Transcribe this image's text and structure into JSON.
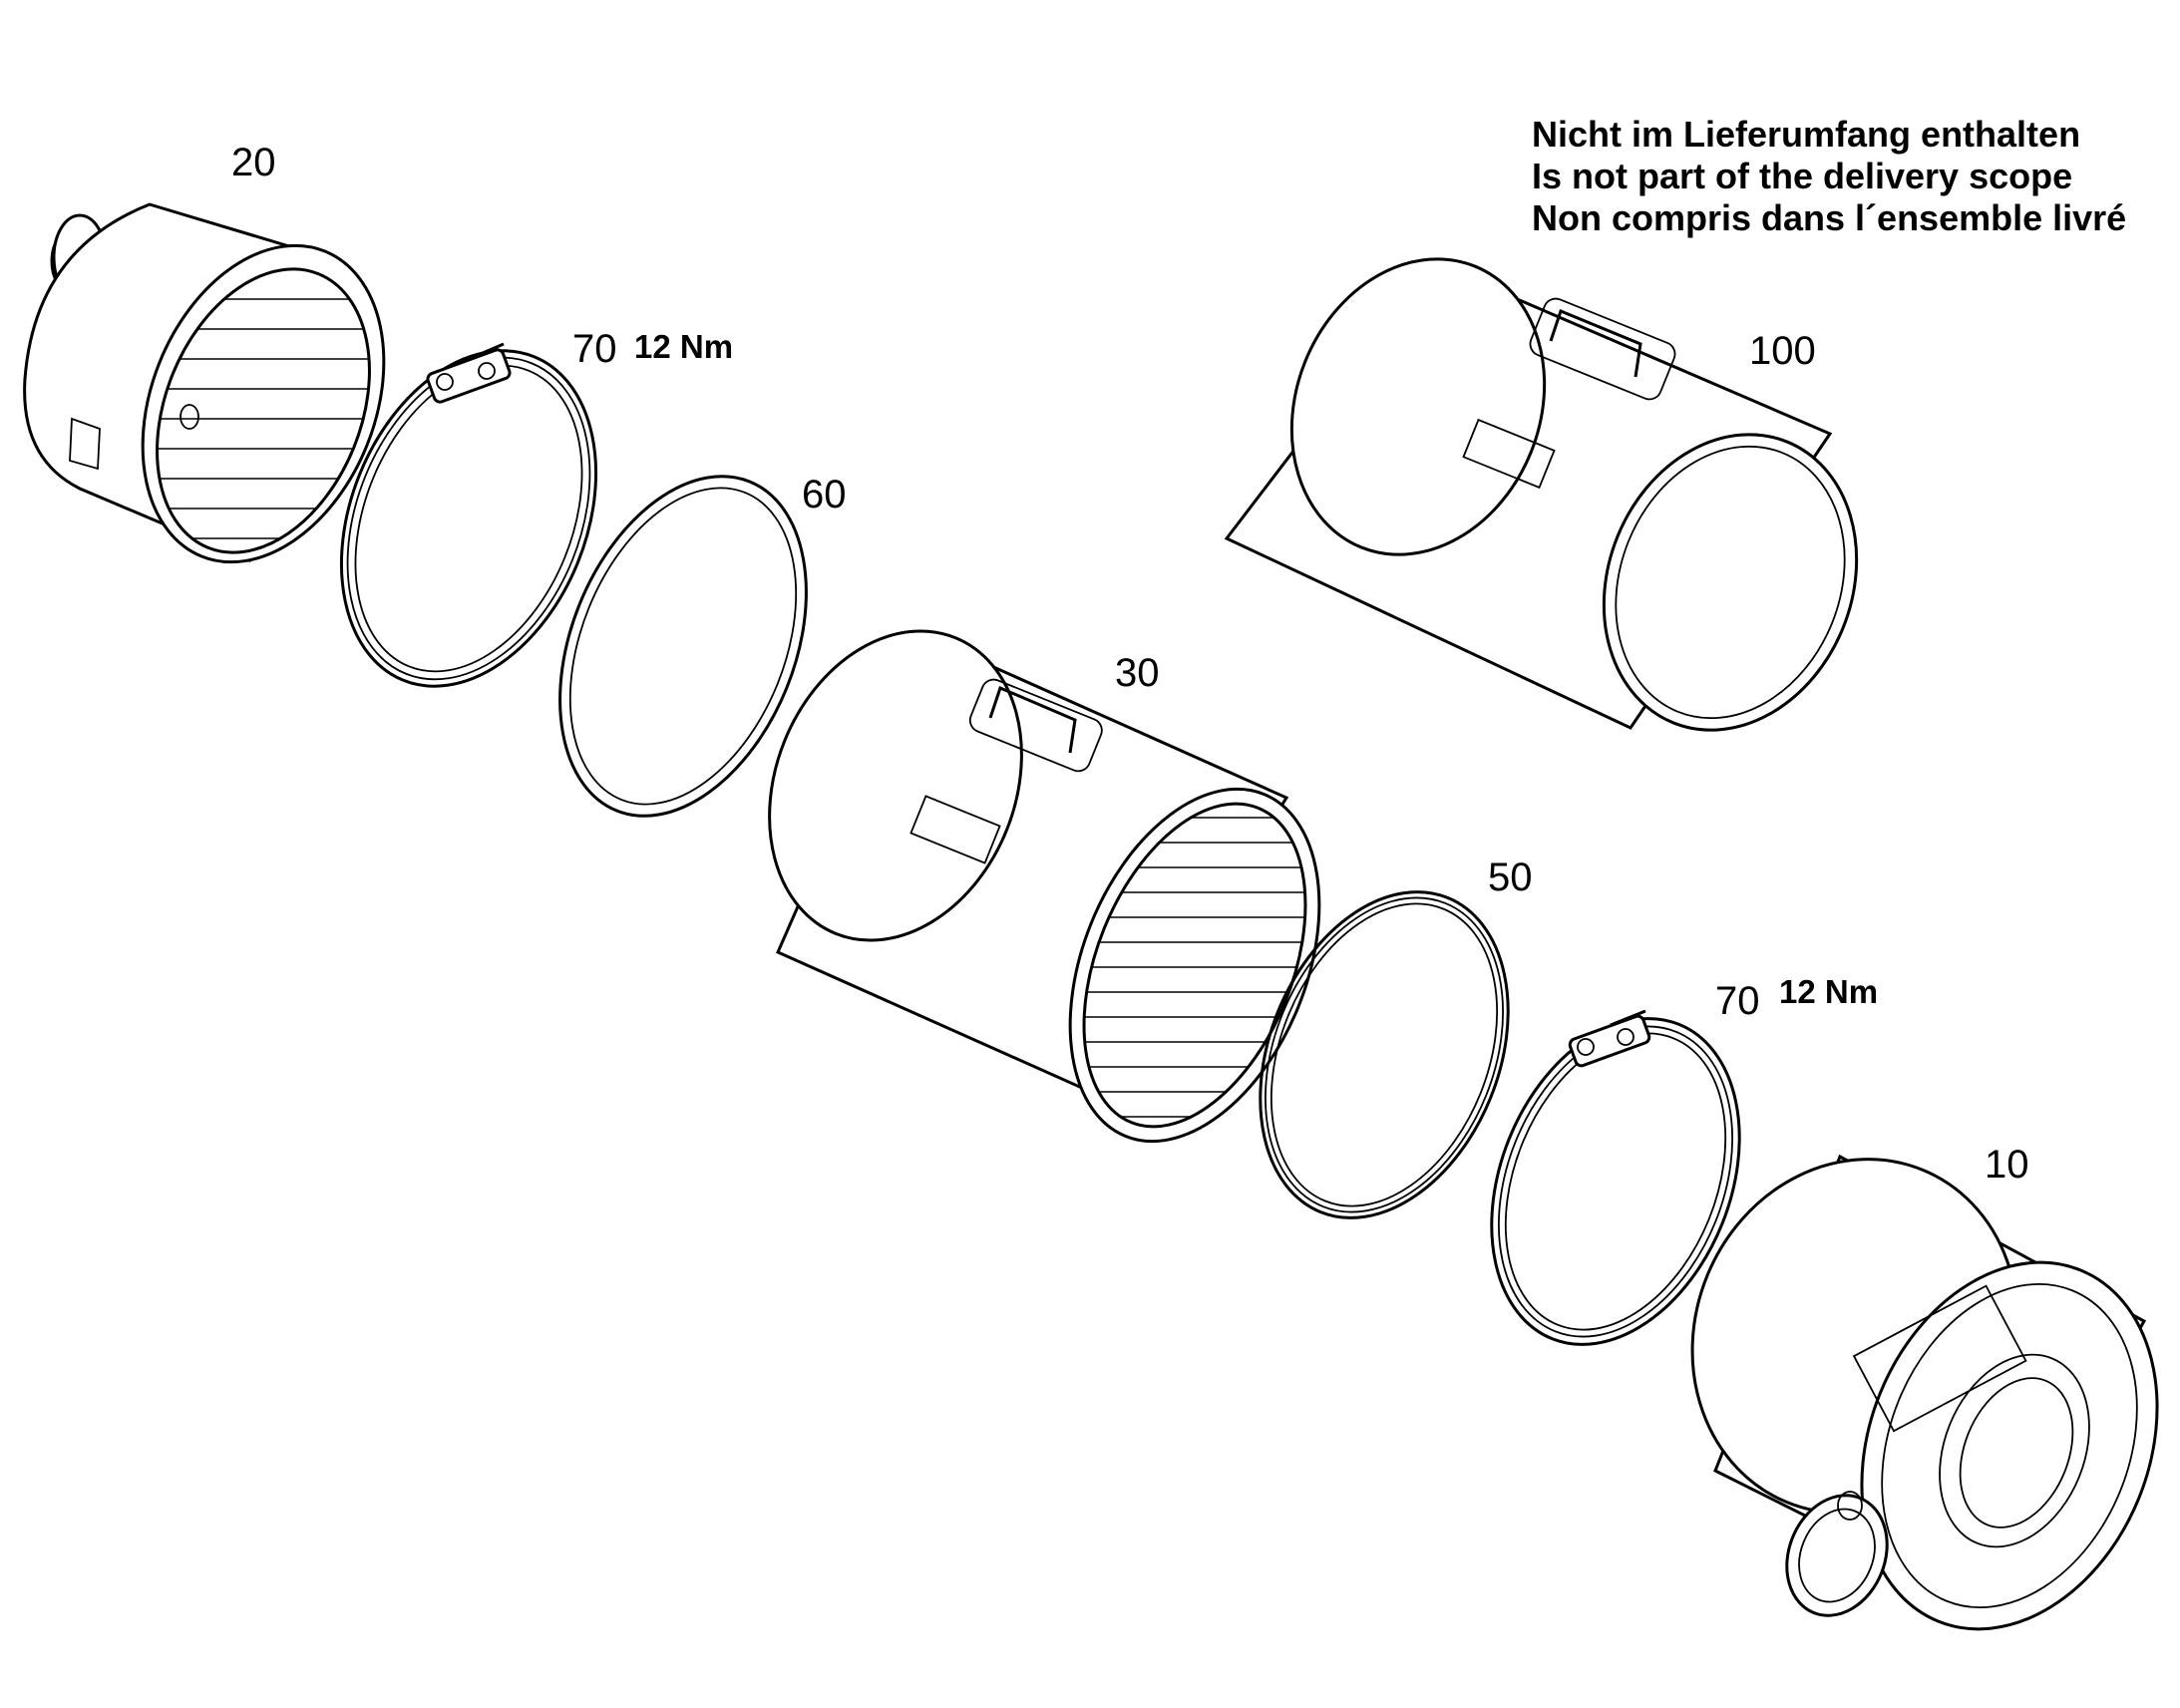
{
  "note": {
    "line_de": "Nicht im Lieferumfang enthalten",
    "line_en": "Is not part of the delivery scope",
    "line_fr": "Non compris dans l´ensemble livré"
  },
  "parts": {
    "p20": "20",
    "p70a": "70",
    "p70a_torque": "12 Nm",
    "p60": "60",
    "p30": "30",
    "p100": "100",
    "p50": "50",
    "p70b": "70",
    "p70b_torque": "12 Nm",
    "p10": "10"
  }
}
